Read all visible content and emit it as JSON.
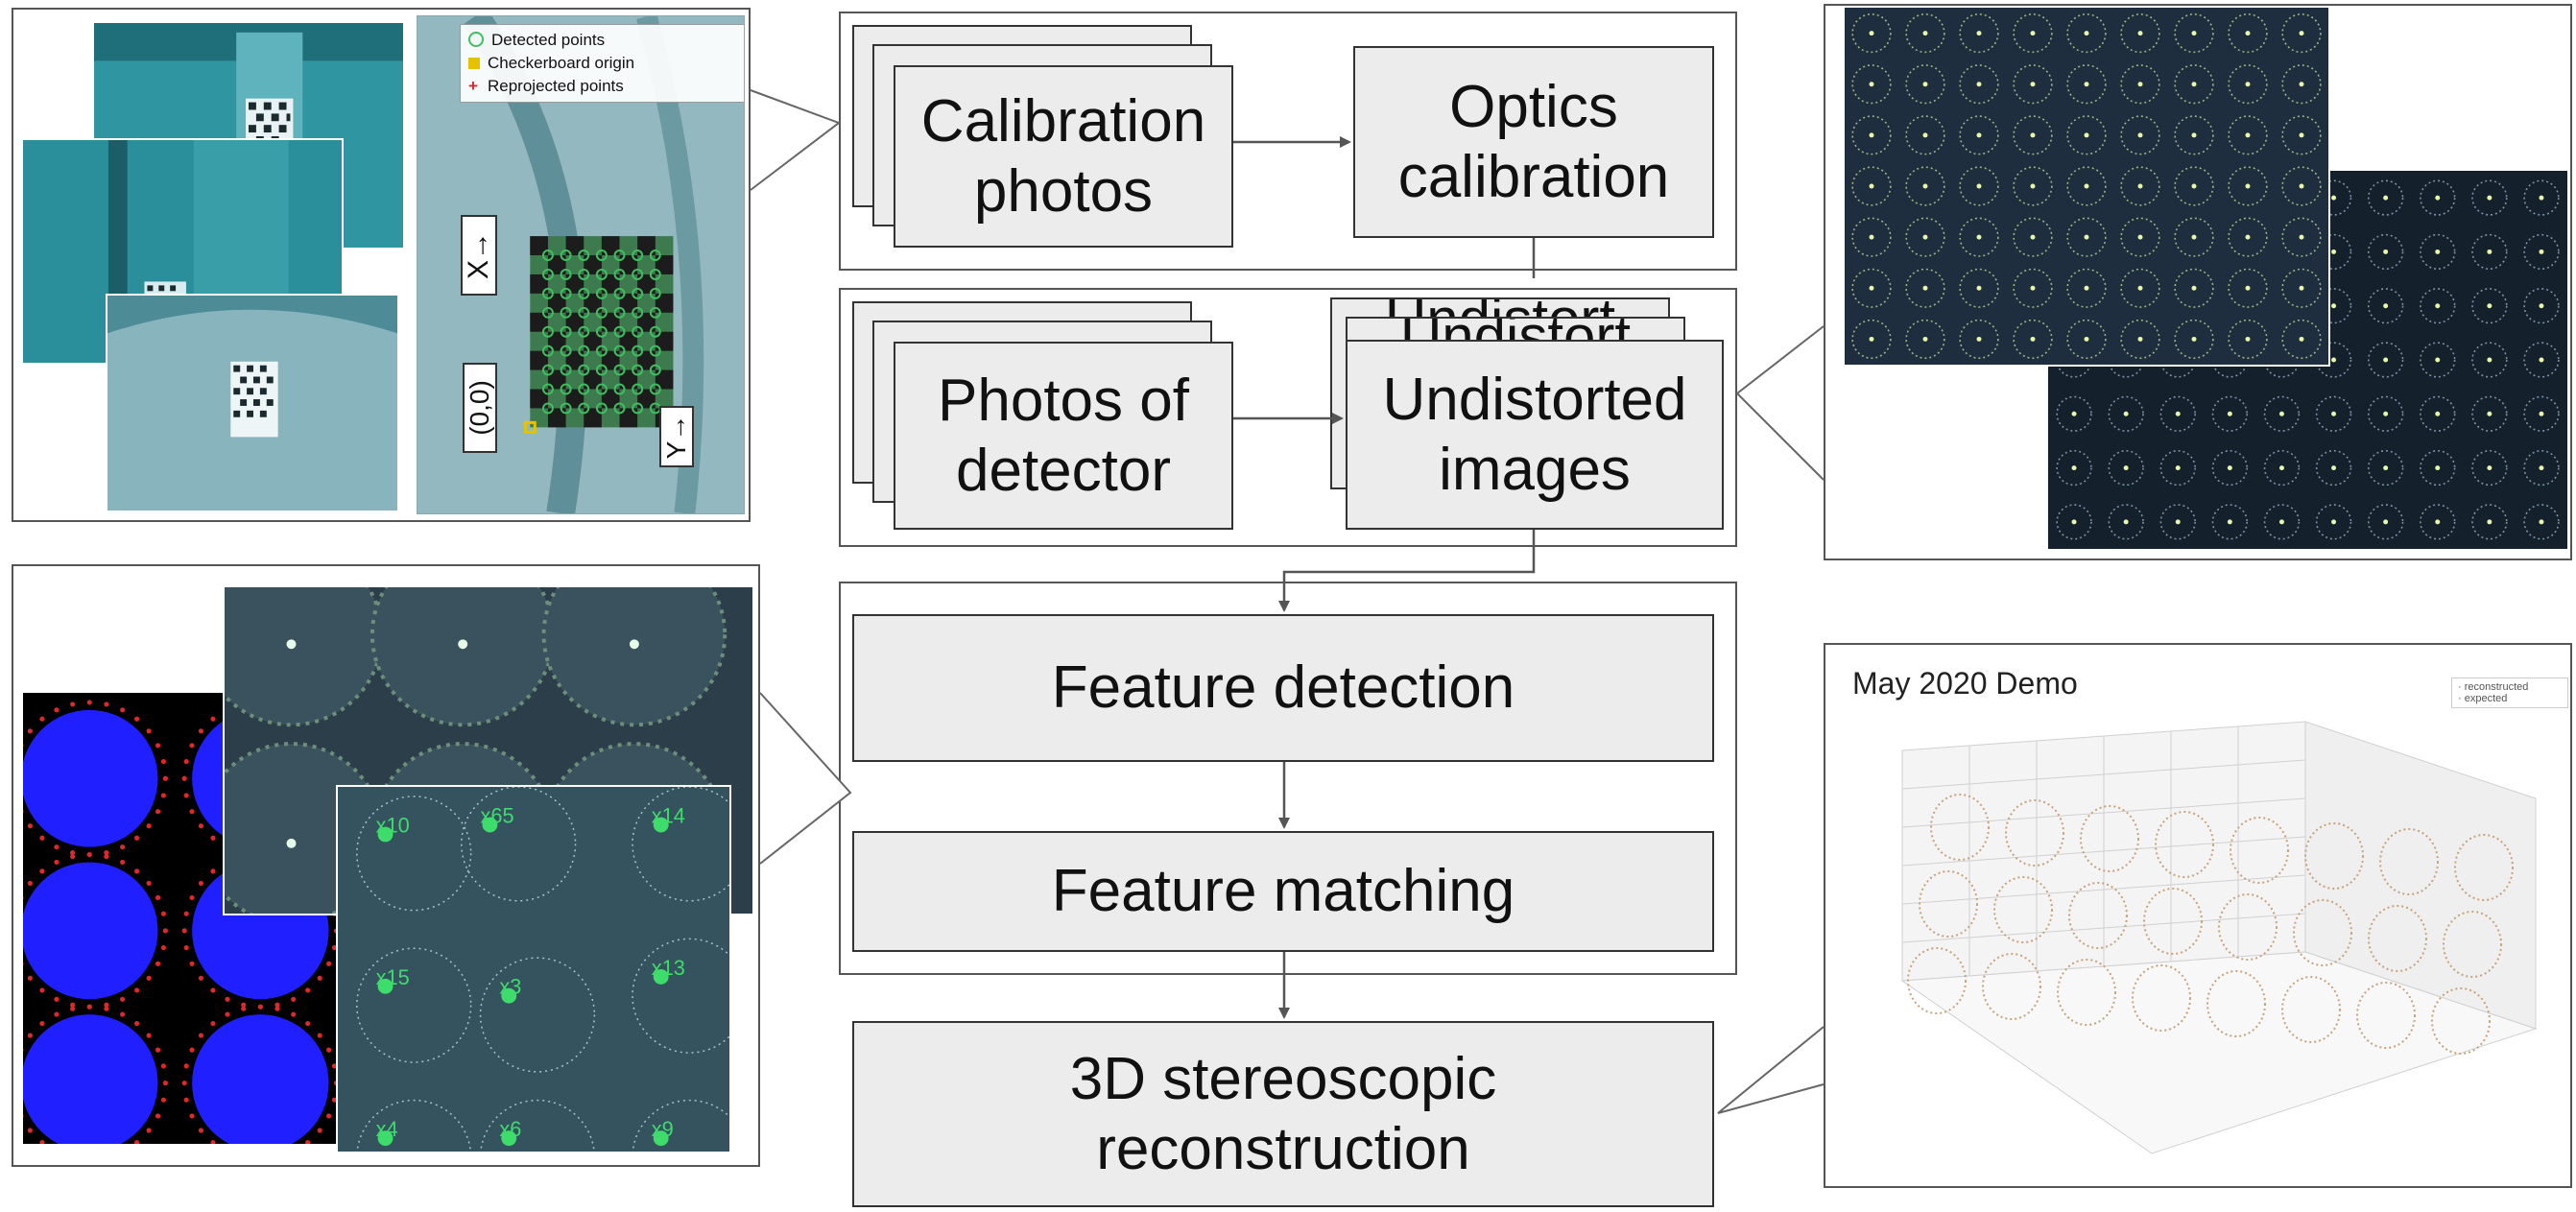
{
  "flow": {
    "calibration_photos": "Calibration\nphotos",
    "optics_calibration": "Optics\ncalibration",
    "undistort_ghost": "Undistort",
    "photos_of_detector": "Photos of\ndetector",
    "undistorted_images": "Undistorted\nimages",
    "feature_detection": "Feature detection",
    "feature_matching": "Feature matching",
    "reconstruction": "3D stereoscopic\nreconstruction"
  },
  "calibration_panel": {
    "legend": [
      "Detected points",
      "Checkerboard origin",
      "Reprojected points"
    ],
    "legend_colors": [
      "#3fbf5f",
      "#e6c200",
      "#d62728"
    ],
    "axis_x": "X→",
    "axis_y": "Y→",
    "origin": "(0,0)"
  },
  "matching_panel": {
    "labels": [
      "x10",
      "x65",
      "x14",
      "x15",
      "x3",
      "x13",
      "x4",
      "x6",
      "x9"
    ]
  },
  "plot": {
    "title": "May 2020 Demo",
    "legend": [
      "reconstructed",
      "expected"
    ]
  },
  "colors": {
    "box_fill": "#ececec",
    "box_border": "#333333",
    "teal_photo": "#2a8c98",
    "dark_photo": "#1c2b3b",
    "blob_blue": "#1f1fff",
    "edge_red": "#e0282b",
    "feature_green": "#3ddc6b"
  }
}
